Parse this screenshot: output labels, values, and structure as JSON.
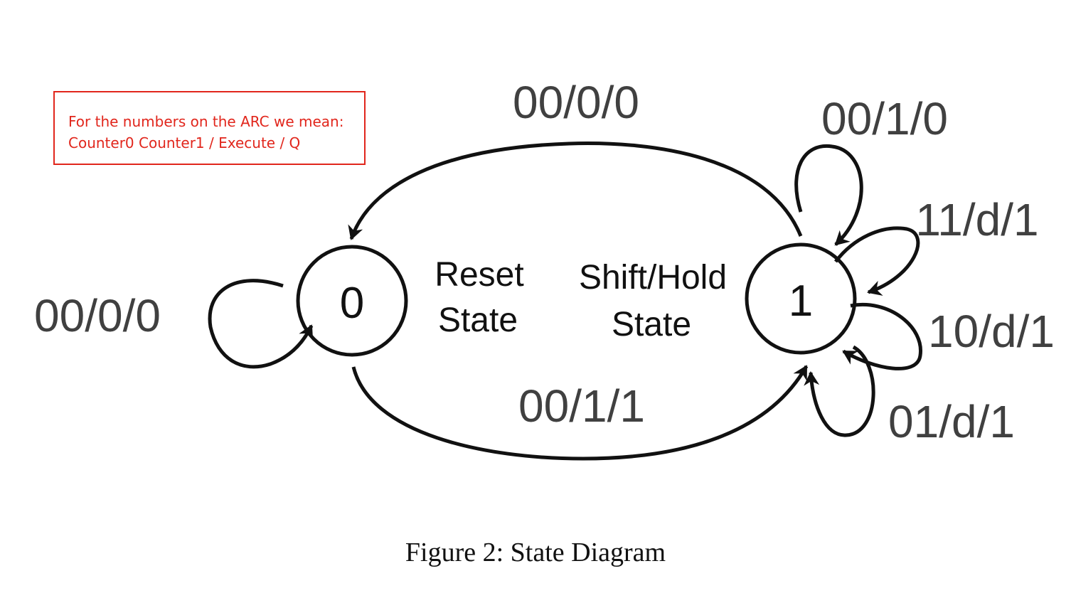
{
  "note": {
    "line1": "For the numbers on the ARC we mean:",
    "line2": "Counter0 Counter1 / Execute / Q"
  },
  "states": [
    {
      "id": "0",
      "label": "0",
      "name_line1": "Reset",
      "name_line2": "State"
    },
    {
      "id": "1",
      "label": "1",
      "name_line1": "Shift/Hold",
      "name_line2": "State"
    }
  ],
  "transitions": [
    {
      "from": "0",
      "to": "0",
      "label": "00/0/0"
    },
    {
      "from": "1",
      "to": "0",
      "label": "00/0/0"
    },
    {
      "from": "0",
      "to": "1",
      "label": "00/1/1"
    },
    {
      "from": "1",
      "to": "1",
      "label": "00/1/0"
    },
    {
      "from": "1",
      "to": "1",
      "label": "11/d/1"
    },
    {
      "from": "1",
      "to": "1",
      "label": "10/d/1"
    },
    {
      "from": "1",
      "to": "1",
      "label": "01/d/1"
    }
  ],
  "caption": "Figure 2: State Diagram",
  "colors": {
    "note": "#e1261c",
    "ink": "#111111",
    "label": "#404040"
  }
}
